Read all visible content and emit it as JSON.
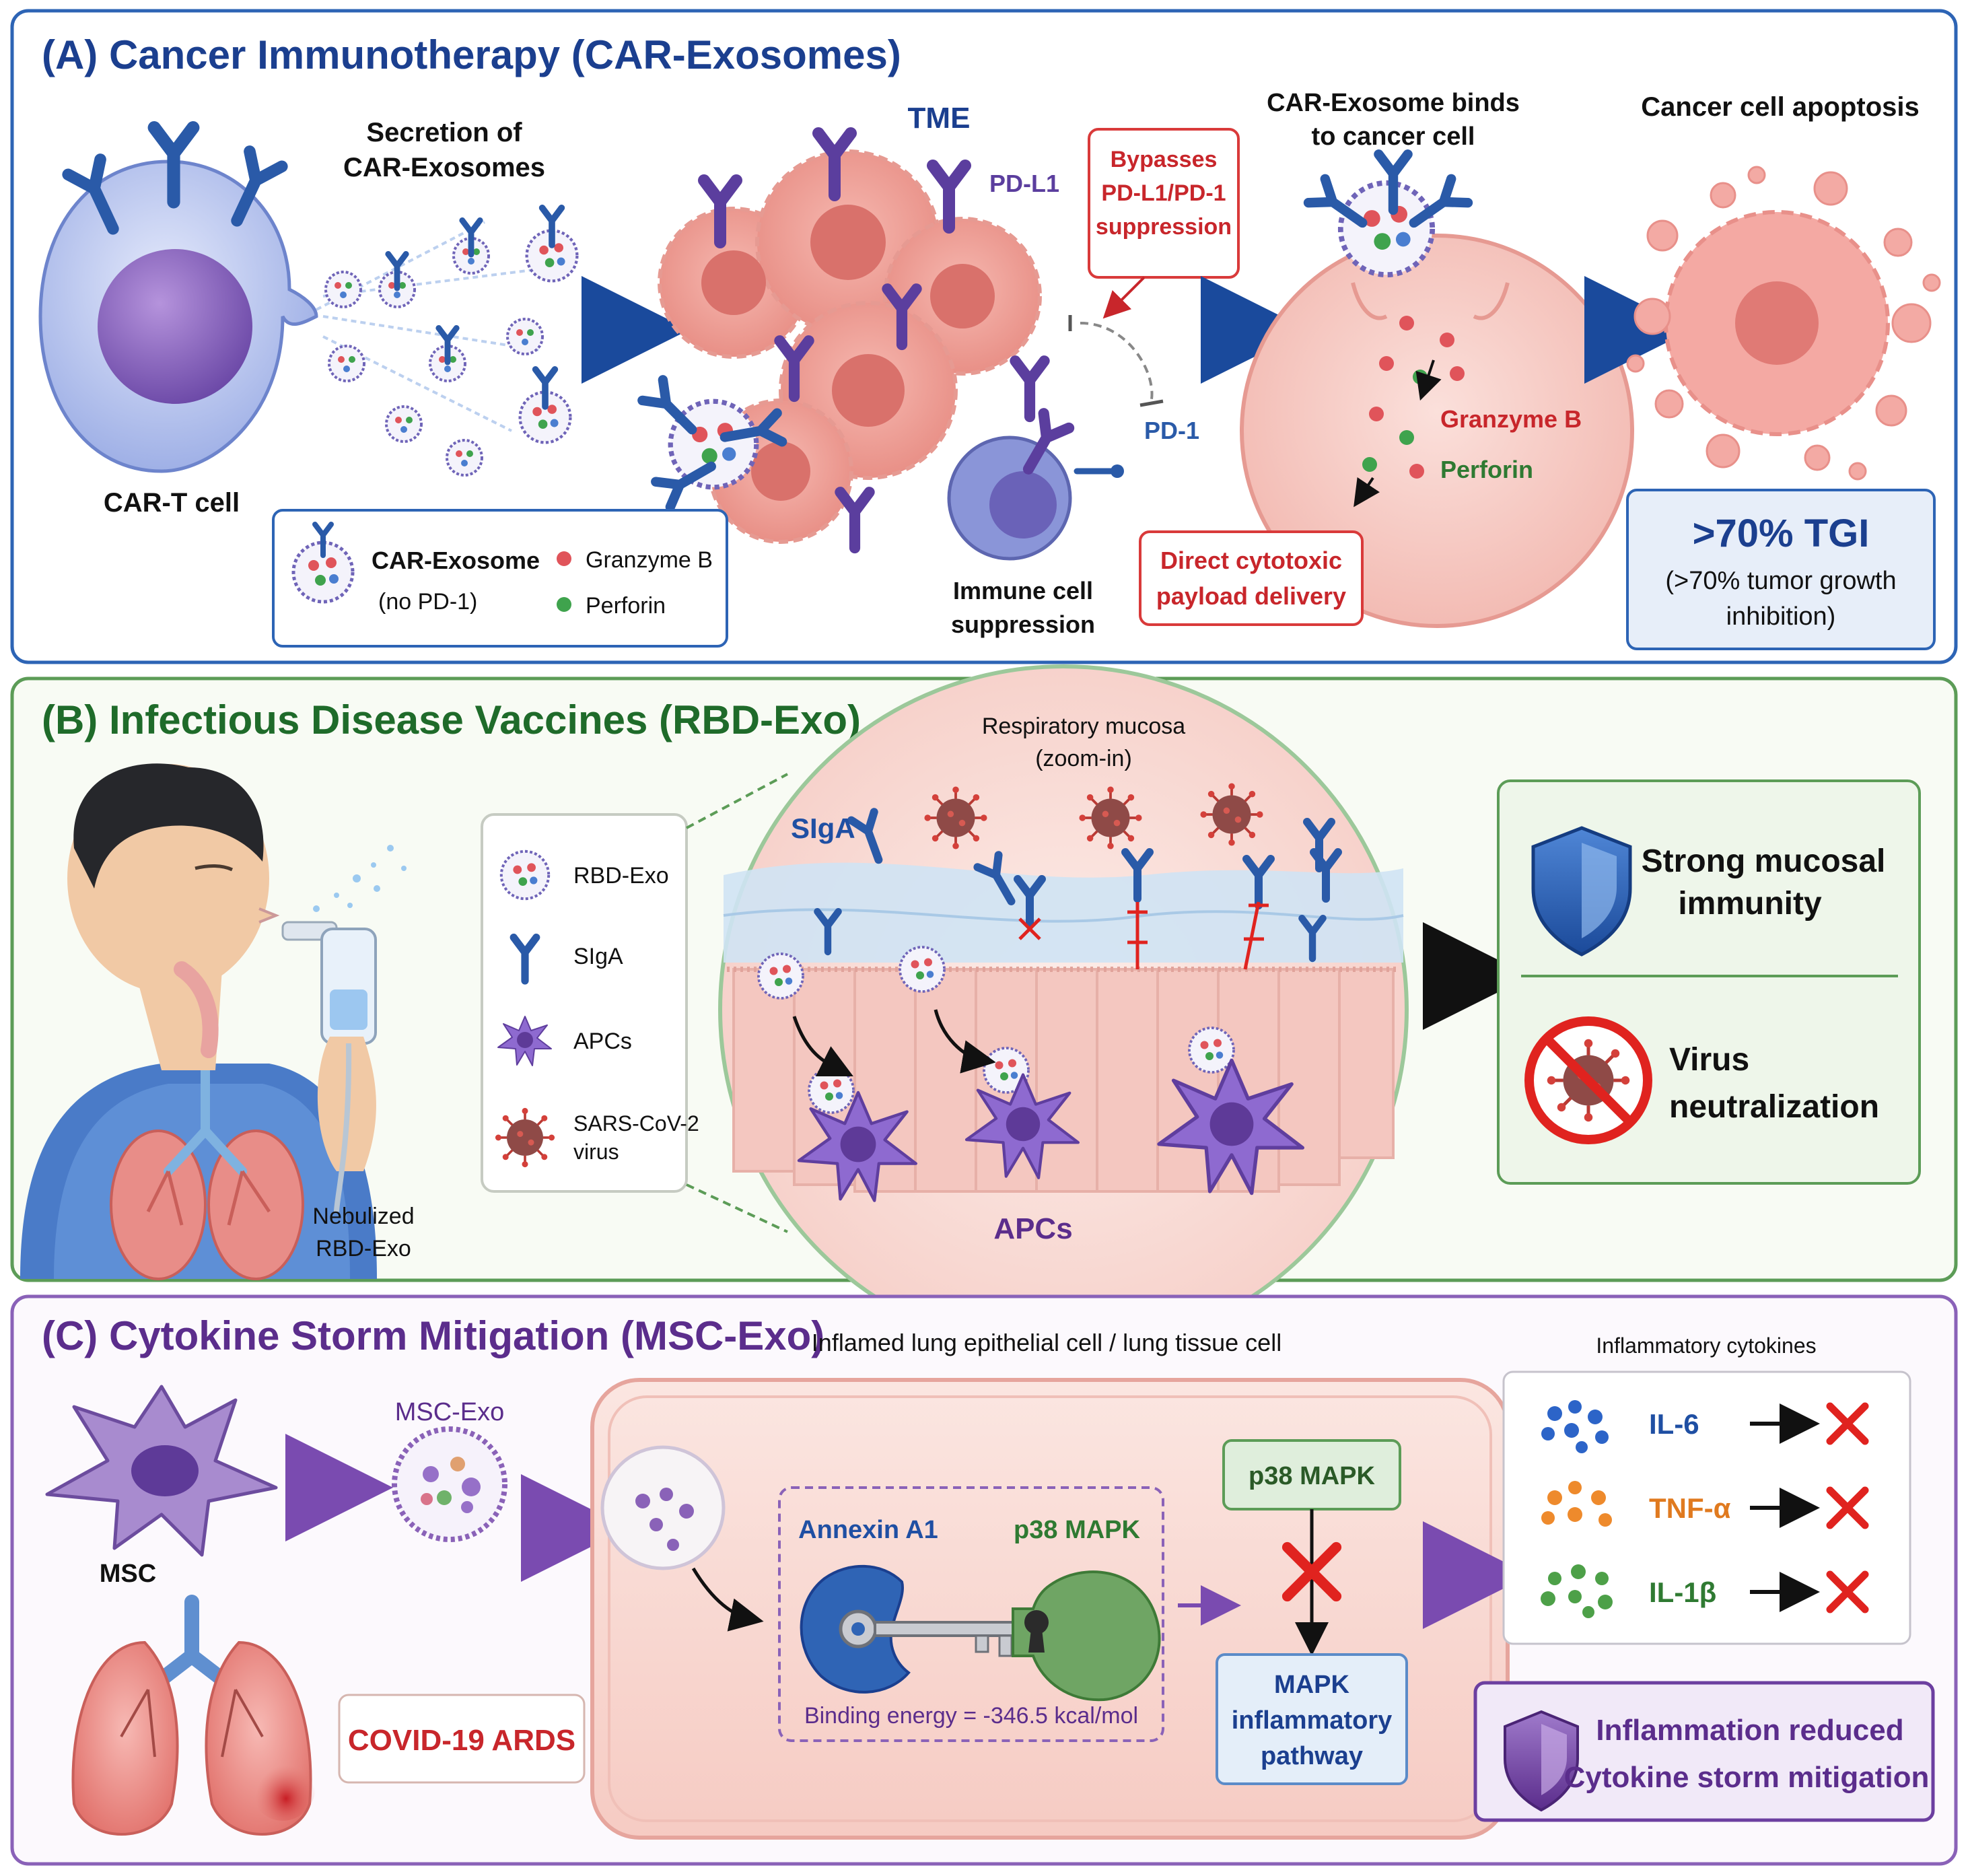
{
  "colors": {
    "panel_a_accent": "#1b3f8f",
    "panel_b_accent": "#1f6b2a",
    "panel_c_accent": "#5b2d8c",
    "red_text": "#c8262b",
    "green_text": "#2f7a32",
    "blue_text": "#1f4fa3",
    "orange_text": "#e07a1f"
  },
  "icons": [
    "cell-icon",
    "exosome-icon",
    "antibody-icon",
    "virus-icon",
    "apc-icon",
    "shield-icon",
    "lung-icon",
    "key-icon",
    "lock-icon",
    "cross-icon",
    "arrow-icon",
    "nebulizer-icon"
  ],
  "panel_a": {
    "title": "(A)  Cancer Immunotherapy (CAR-Exosomes)",
    "car_t_label": "CAR-T cell",
    "secretion_label_1": "Secretion of",
    "secretion_label_2": "CAR-Exosomes",
    "tme_label": "TME",
    "pdl1_label": "PD-L1",
    "pd1_label": "PD-1",
    "bypass_1": "Bypasses",
    "bypass_2": "PD-L1/PD-1",
    "bypass_3": "suppression",
    "immune_1": "Immune cell",
    "immune_2": "suppression",
    "binds_1": "CAR-Exosome binds",
    "binds_2": "to cancer cell",
    "granzyme_label": "Granzyme B",
    "perforin_label": "Perforin",
    "direct_1": "Direct cytotoxic",
    "direct_2": "payload delivery",
    "apoptosis_label": "Cancer cell apoptosis",
    "tgi_big": ">70% TGI",
    "tgi_1": "(>70% tumor growth",
    "tgi_2": "inhibition)",
    "legend": {
      "exo": "CAR-Exosome",
      "exo_note": "(no PD-1)",
      "granzyme": "Granzyme B",
      "perforin": "Perforin"
    }
  },
  "panel_b": {
    "title": "(B)  Infectious Disease Vaccines (RBD-Exo)",
    "nebulized_1": "Nebulized",
    "nebulized_2": "RBD-Exo",
    "legend": {
      "rbd": "RBD-Exo",
      "siga": "SIgA",
      "apcs": "APCs",
      "virus_1": "SARS-CoV-2",
      "virus_2": "virus"
    },
    "mucosa_1": "Respiratory mucosa",
    "mucosa_2": "(zoom-in)",
    "siga_label": "SIgA",
    "apcs_label": "APCs",
    "outcome_1a": "Strong mucosal",
    "outcome_1b": "immunity",
    "outcome_2a": "Virus",
    "outcome_2b": "neutralization"
  },
  "panel_c": {
    "title": "(C)  Cytokine Storm Mitigation (MSC-Exo)",
    "msc_label": "MSC",
    "msc_exo_label": "MSC-Exo",
    "covid_label": "COVID-19 ARDS",
    "inflamed_label": "Inflamed lung epithelial cell / lung tissue cell",
    "annexin_label": "Annexin A1",
    "p38_label": "p38 MAPK",
    "binding_label": "Binding energy = -346.5 kcal/mol",
    "p38_box": "p38 MAPK",
    "pathway_1": "MAPK",
    "pathway_2": "inflammatory",
    "pathway_3": "pathway",
    "cytokines_title": "Inflammatory cytokines",
    "cytokines": [
      "IL-6",
      "TNF-α",
      "IL-1β"
    ],
    "reduced_1": "Inflammation reduced",
    "reduced_2": "Cytokine storm mitigation"
  }
}
